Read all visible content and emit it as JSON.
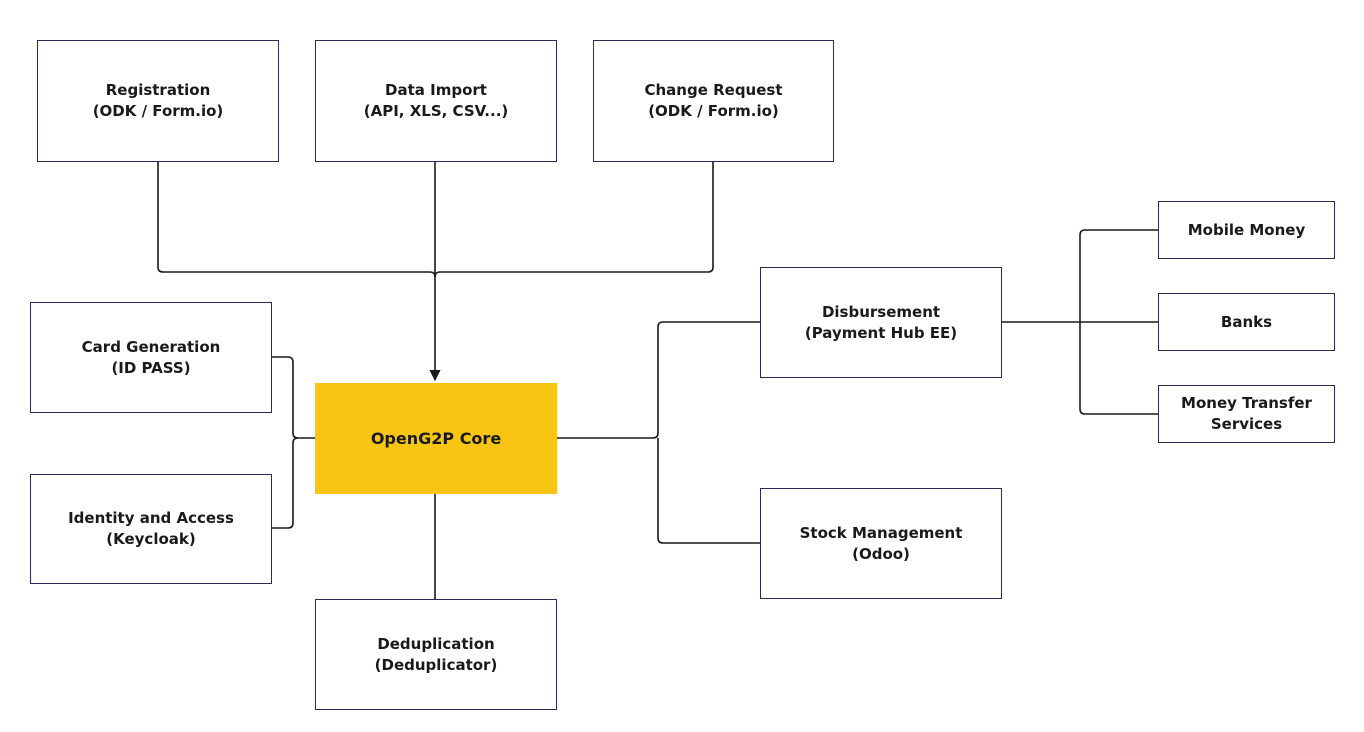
{
  "diagram": {
    "core": {
      "line1": "OpenG2P Core"
    },
    "registration": {
      "line1": "Registration",
      "line2": "(ODK / Form.io)"
    },
    "data_import": {
      "line1": "Data Import",
      "line2": "(API, XLS, CSV...)"
    },
    "change_request": {
      "line1": "Change Request",
      "line2": "(ODK / Form.io)"
    },
    "card_generation": {
      "line1": "Card Generation",
      "line2": "(ID PASS)"
    },
    "identity_access": {
      "line1": "Identity and Access",
      "line2": "(Keycloak)"
    },
    "deduplication": {
      "line1": "Deduplication",
      "line2": "(Deduplicator)"
    },
    "disbursement": {
      "line1": "Disbursement",
      "line2": "(Payment Hub EE)"
    },
    "stock_management": {
      "line1": "Stock Management",
      "line2": "(Odoo)"
    },
    "mobile_money": {
      "line1": "Mobile Money"
    },
    "banks": {
      "line1": "Banks"
    },
    "money_transfer": {
      "line1": "Money Transfer",
      "line2": "Services"
    }
  },
  "colors": {
    "core_fill": "#f7c512",
    "box_border": "#2b2b55",
    "connector": "#1a1a1a"
  }
}
